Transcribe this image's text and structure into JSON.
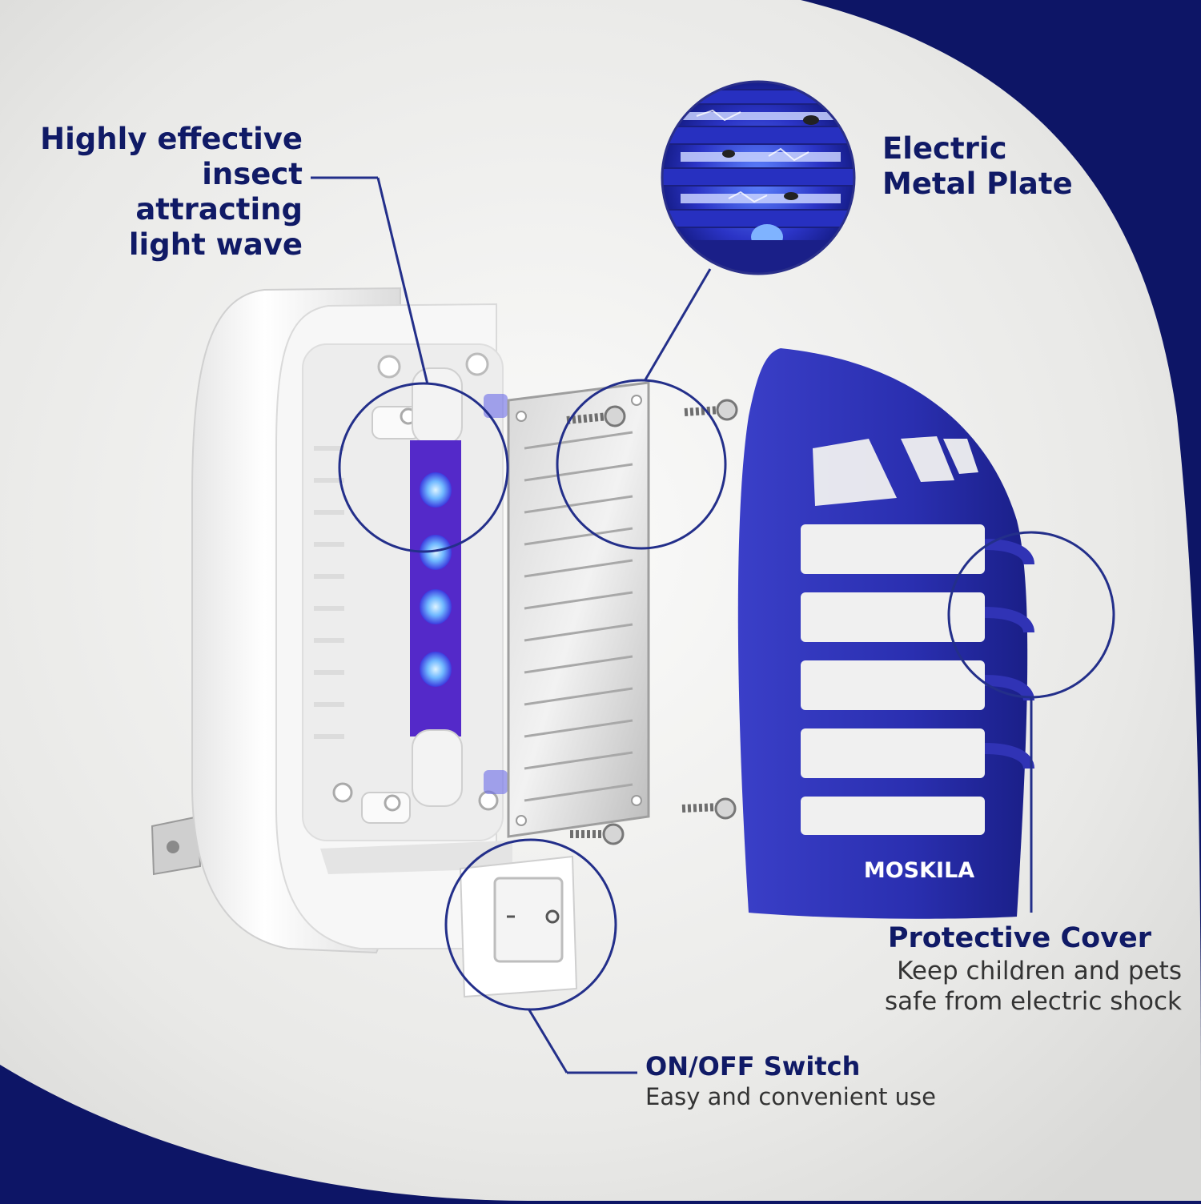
{
  "colors": {
    "brand_navy": "#0d1566",
    "callout_line": "#232f8a",
    "cover_blue": "#2a2fb0",
    "uv_violet": "#6b2fe0",
    "background": "#ececea"
  },
  "callouts": {
    "light_wave": {
      "lines": [
        "Highly effective",
        "insect attracting",
        "light wave"
      ]
    },
    "metal_plate": {
      "lines": [
        "Electric",
        "Metal Plate"
      ]
    },
    "cover": {
      "title": "Protective Cover",
      "desc": [
        "Keep children and pets",
        "safe from electric shock"
      ]
    },
    "switch": {
      "title": "ON/OFF Switch",
      "desc": "Easy and convenient use"
    }
  },
  "brand": {
    "logo_text": "MOSKILA"
  }
}
